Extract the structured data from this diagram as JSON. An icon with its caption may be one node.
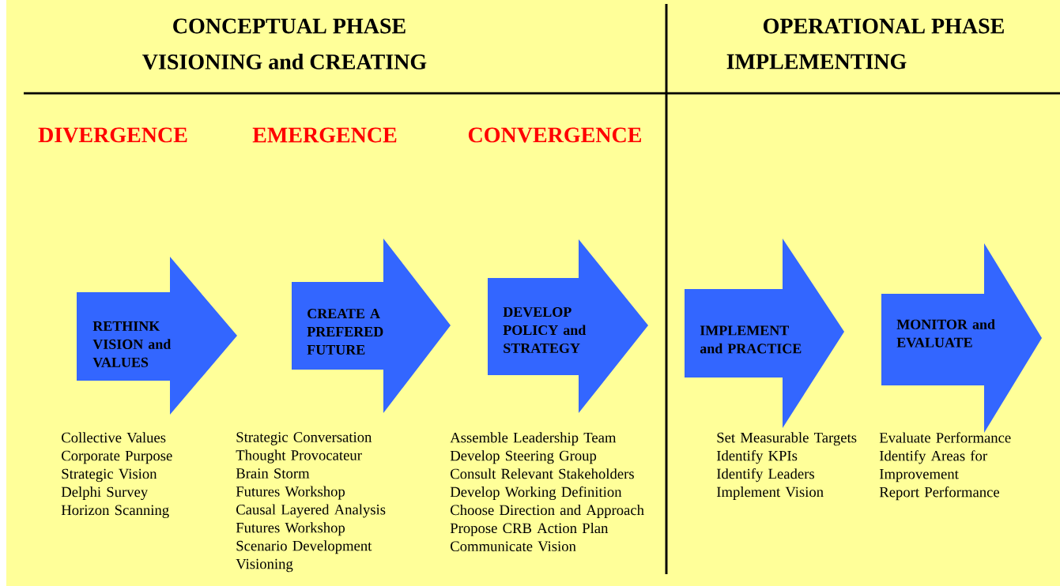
{
  "diagram": {
    "nodes": [
      {
        "text": [
          "RETHINK VISION and VALUES"
        ],
        "beside": [
          "Collective Values",
          "Corporate Purpose",
          "Strategic Vision",
          "Delphi Survey",
          "Horizon Scanning"
        ]
      },
      {
        "text": [
          "CREATE A PREFERED FUTURE"
        ],
        "beside": [
          "Strategic Conversation",
          "Thought Provocateur",
          "Brain Storm",
          "Futures Workshop",
          "Causal Layered Analysis",
          "Futures Workshop",
          "Scenario Development",
          "Visioning"
        ]
      },
      {
        "text": [
          "DEVELOP POLICY and STRATEGY"
        ],
        "beside": [
          "Assemble Leadership Team",
          "Develop Steering Group",
          "Consult Relevant Stakeholders",
          "Develop Working Definition",
          "Choose Direction and Approach",
          "Propose CRB Action Plan",
          "Communicate Vision"
        ]
      },
      {
        "text": [
          "IMPLEMENT and PRACTICE"
        ],
        "beside": [
          "Set Measurable Targets",
          "Identify KPIs",
          "Identify Leaders",
          "Implement Vision"
        ]
      },
      {
        "text": [
          "MONITOR and EVALUATE"
        ],
        "beside": [
          "Evaluate Performance",
          "Identify Areas for Improvement",
          "Report Performance"
        ]
      }
    ],
    "labels": [
      "CONCEPTUAL PHASE",
      "OPERATIONAL PHASE",
      "VISIONING and CREATING",
      "IMPLEMENTING",
      "DIVERGENCE",
      "EMERGENCE",
      "CONVERGENCE"
    ]
  }
}
